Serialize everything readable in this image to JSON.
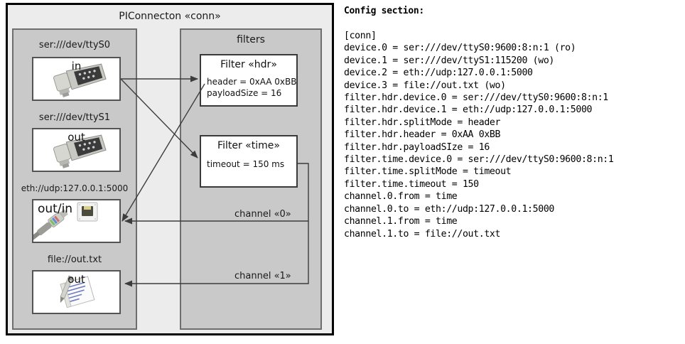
{
  "diagram": {
    "outer_title": "PIConnecton «conn»",
    "devices_group_title": "",
    "filters_group_title": "filters",
    "devices": [
      {
        "caption": "ser:///dev/ttyS0",
        "label": "in",
        "icon": "serial-db9-connector-icon",
        "align": "center"
      },
      {
        "caption": "ser:///dev/ttyS1",
        "label": "out",
        "icon": "serial-db9-connector-icon",
        "align": "center"
      },
      {
        "caption": "eth://udp:127.0.0.1:5000",
        "label": "out/in",
        "icon": "ethernet-rj45-icon",
        "align": "left"
      },
      {
        "caption": "file://out.txt",
        "label": "out",
        "icon": "text-file-pencil-icon",
        "align": "center"
      }
    ],
    "filters": [
      {
        "title": "Filter «hdr»",
        "attrs": [
          "header = 0xAA 0xBB",
          "payloadSize = 16"
        ]
      },
      {
        "title": "Filter «time»",
        "attrs": [
          "timeout = 150 ms"
        ]
      }
    ],
    "channels": [
      {
        "label": "channel «0»"
      },
      {
        "label": "channel «1»"
      }
    ],
    "colors": {
      "page_background": "#ffffff",
      "outer_fill": "#ececec",
      "outer_border": "#000000",
      "group_fill": "#c9c9c9",
      "group_border": "#6e6e6e",
      "card_fill": "#ffffff",
      "card_border": "#545454",
      "edge": "#3c3c3c",
      "text": "#1a1a1a"
    }
  },
  "config": {
    "heading": "Config section:",
    "lines": [
      "[conn]",
      "device.0 = ser:///dev/ttyS0:9600:8:n:1 (ro)",
      "device.1 = ser:///dev/ttyS1:115200 (wo)",
      "device.2 = eth://udp:127.0.0.1:5000",
      "device.3 = file://out.txt (wo)",
      "filter.hdr.device.0 = ser:///dev/ttyS0:9600:8:n:1",
      "filter.hdr.device.1 = eth://udp:127.0.0.1:5000",
      "filter.hdr.splitMode = header",
      "filter.hdr.header = 0xAA 0xBB",
      "filter.hdr.payloadSIze = 16",
      "filter.time.device.0 = ser:///dev/ttyS0:9600:8:n:1",
      "filter.time.splitMode = timeout",
      "filter.time.timeout = 150",
      "channel.0.from = time",
      "channel.0.to = eth://udp:127.0.0.1:5000",
      "channel.1.from = time",
      "channel.1.to = file://out.txt"
    ],
    "text": "[conn]\ndevice.0 = ser:///dev/ttyS0:9600:8:n:1 (ro)\ndevice.1 = ser:///dev/ttyS1:115200 (wo)\ndevice.2 = eth://udp:127.0.0.1:5000\ndevice.3 = file://out.txt (wo)\nfilter.hdr.device.0 = ser:///dev/ttyS0:9600:8:n:1\nfilter.hdr.device.1 = eth://udp:127.0.0.1:5000\nfilter.hdr.splitMode = header\nfilter.hdr.header = 0xAA 0xBB\nfilter.hdr.payloadSIze = 16\nfilter.time.device.0 = ser:///dev/ttyS0:9600:8:n:1\nfilter.time.splitMode = timeout\nfilter.time.timeout = 150\nchannel.0.from = time\nchannel.0.to = eth://udp:127.0.0.1:5000\nchannel.1.from = time\nchannel.1.to = file://out.txt"
  }
}
